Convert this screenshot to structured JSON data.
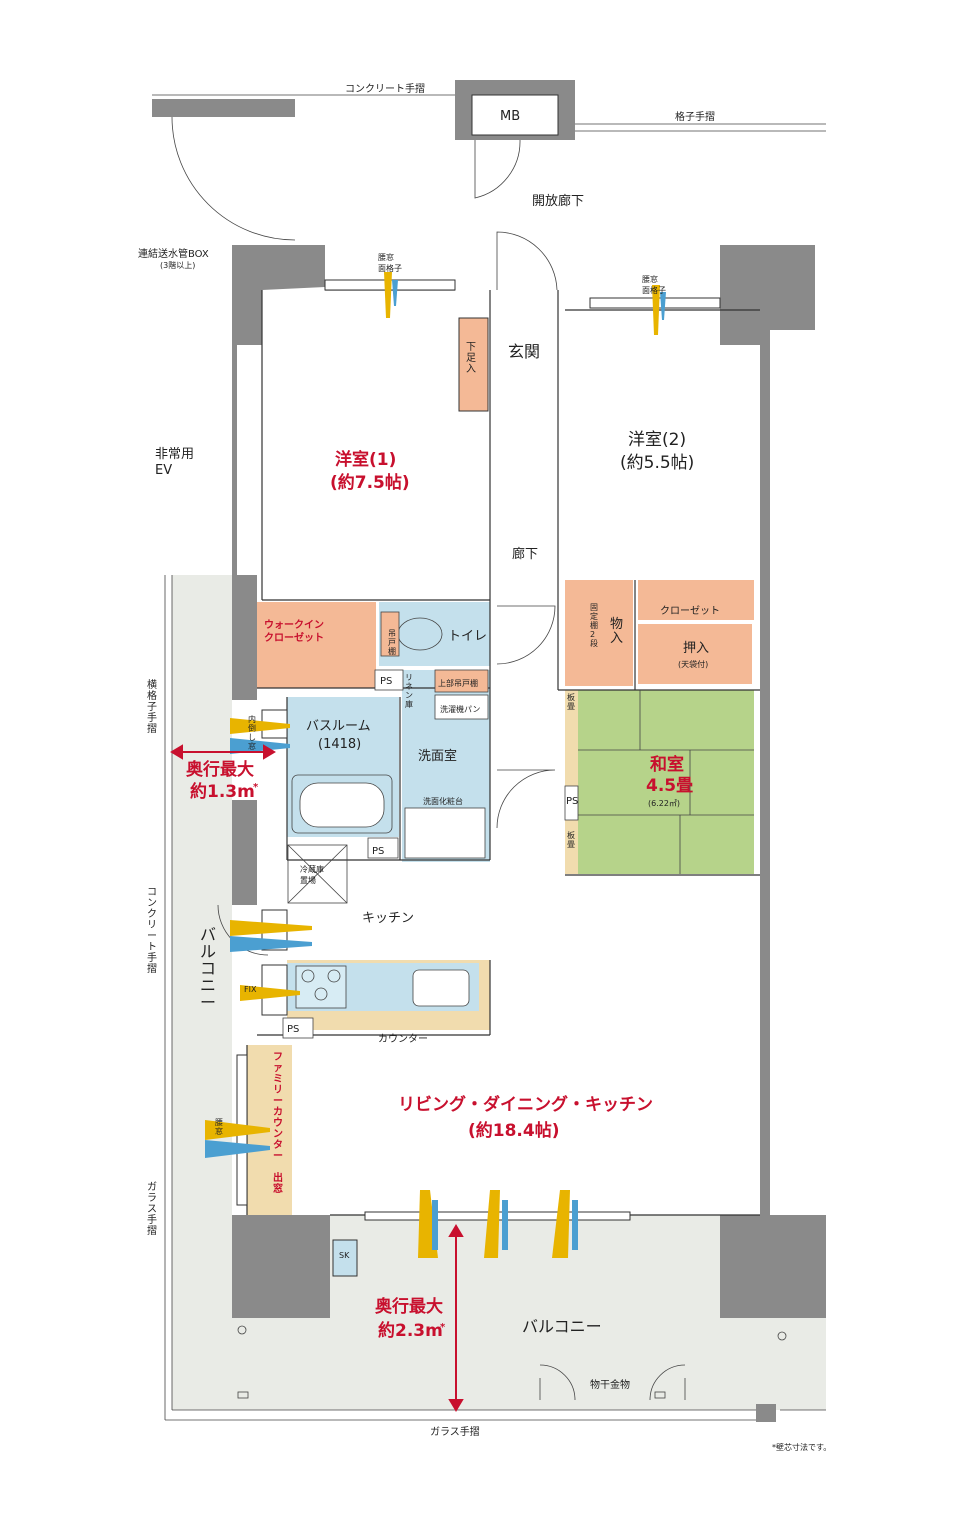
{
  "labels": {
    "concrete_rail_top": "コンクリート手摺",
    "mb": "MB",
    "lattice_rail_top": "格子手摺",
    "open_corridor": "開放廊下",
    "standpipe_box": "連結送水管BOX",
    "standpipe_note": "(3階以上)",
    "waist_window_lattice_1": "腰窓\n面格子",
    "waist_window_lattice_2": "腰窓\n面格子",
    "emergency_ev": "非常用\nEV",
    "shoe_closet": "下足入",
    "entrance": "玄関",
    "western_1_name": "洋室(1)",
    "western_1_size": "(約7.5帖)",
    "western_2_name": "洋室(2)",
    "western_2_size": "(約5.5帖)",
    "hallway": "廊下",
    "walk_in_closet": "ウォークイン\nクローゼット",
    "toilet": "トイレ",
    "shelf_small": "吊戸棚",
    "fixed_shelf": "固定棚2段",
    "storage": "物入",
    "closet": "クローゼット",
    "oshiire": "押入",
    "oshiire_note": "(天袋付)",
    "ps": "PS",
    "linen": "リネン庫",
    "upper_cabinet": "上部吊戸棚",
    "washer_pan": "洗濯機パン",
    "bathroom": "バスルーム",
    "bathroom_size": "(1418)",
    "washroom": "洗面室",
    "vanity": "洗面化粧台",
    "inward_window": "内倒し窓",
    "depth_left_title": "奥行最大",
    "depth_left_value": "約1.3m",
    "star": "*",
    "lattice_rail_side": "横格子手摺",
    "washitsu": "和室",
    "washitsu_size": "4.5畳",
    "washitsu_area": "(6.22㎡)",
    "board_floor_1": "板畳",
    "board_floor_2": "板畳",
    "fridge": "冷蔵庫\n置場",
    "kitchen": "キッチン",
    "balcony_side": "バルコニー",
    "concrete_rail_side": "コンクリート手摺",
    "fix": "FIX",
    "counter": "カウンター",
    "family_counter": "ファミリーカウンター 出窓",
    "waist_window": "腰窓",
    "ldk_name": "リビング・ダイニング・キッチン",
    "ldk_size": "(約18.4帖)",
    "glass_rail_side": "ガラス手摺",
    "sk": "SK",
    "depth_bottom_title": "奥行最大",
    "depth_bottom_value": "約2.3m",
    "balcony_bottom": "バルコニー",
    "drying_hardware": "物干金物",
    "glass_rail_bottom": "ガラス手摺",
    "footnote": "*壁芯寸法です。"
  }
}
